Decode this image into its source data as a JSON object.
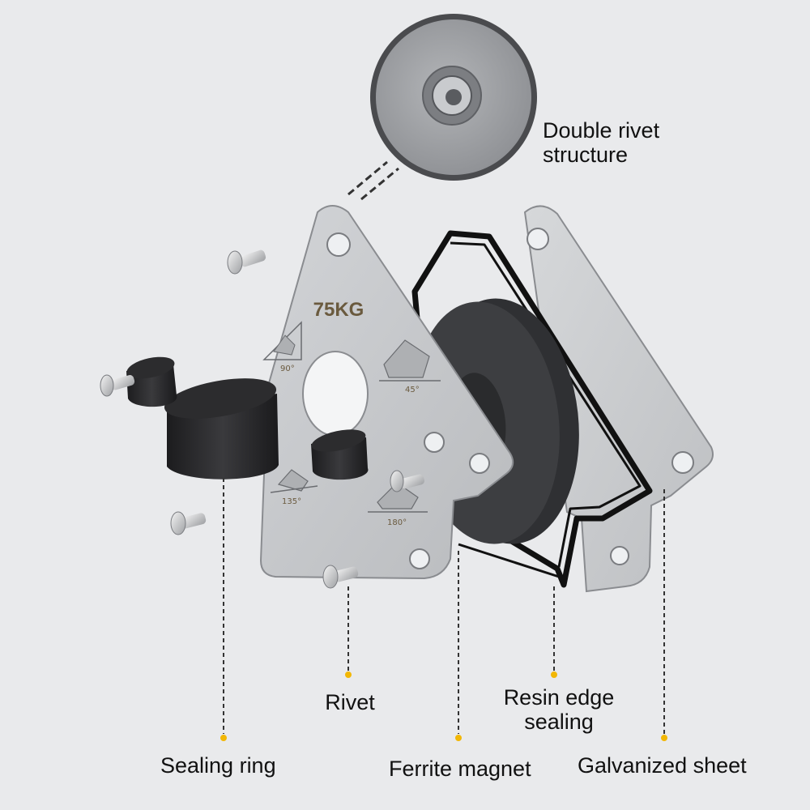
{
  "plate_weight": "75KG",
  "angles": [
    "90°",
    "45°",
    "135°",
    "180°"
  ],
  "labels": {
    "double_rivet": [
      "Double rivet",
      "structure"
    ],
    "rivet": "Rivet",
    "resin": [
      "Resin edge",
      "sealing"
    ],
    "sealing_ring": "Sealing ring",
    "ferrite_magnet": "Ferrite magnet",
    "galvanized_sheet": "Galvanized sheet"
  },
  "colors": {
    "background": "#e9eaec",
    "plate": "#c3c5c8",
    "magnet": "#3a3b3e",
    "sealing": "#111111",
    "leader_dot": "#f2b705"
  }
}
